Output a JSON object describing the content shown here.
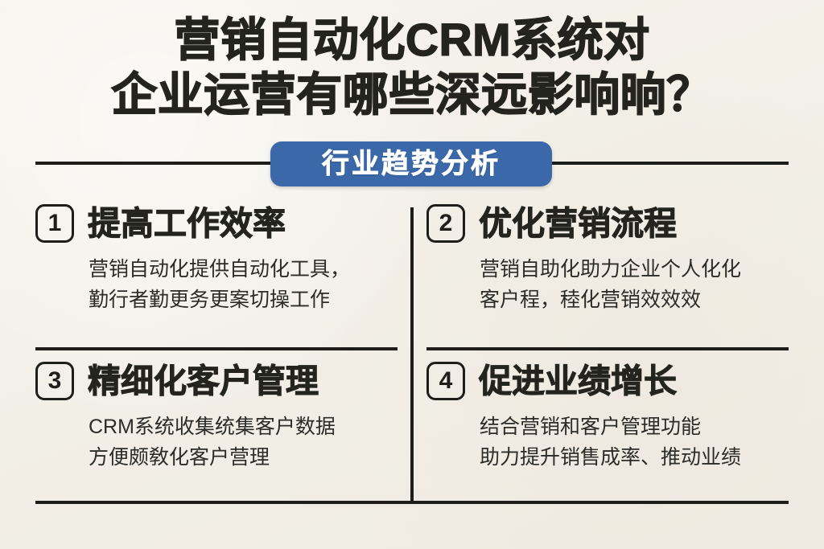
{
  "theme": {
    "background_color": "#f4f1ea",
    "ink_color": "#24241f",
    "accent_color": "#3a68a8",
    "badge_text_color": "#ffffff"
  },
  "header": {
    "title_line1": "营销自动化CRM系统对",
    "title_line2": "企业运营有哪些深远影响晌？",
    "badge_label": "行业趋势分析"
  },
  "items": [
    {
      "number": "1",
      "title": "提高工作效率",
      "body_line1": "营销自动化提供自动化工具，",
      "body_line2": "勤行者勤更务更案切操工作"
    },
    {
      "number": "2",
      "title": "优化营销流程",
      "body_line1": "营销自助化助力企业个人化化",
      "body_line2": "客户程，稑化营销效效效"
    },
    {
      "number": "3",
      "title": "精细化客户管理",
      "body_line1": "CRM系统收集统集客户数据",
      "body_line2": "方便颇敎化客户营理"
    },
    {
      "number": "4",
      "title": "促进业绩增长",
      "body_line1": "结合营销和客户管理功能",
      "body_line2": "助力提升销售成率、推动业绩"
    }
  ]
}
